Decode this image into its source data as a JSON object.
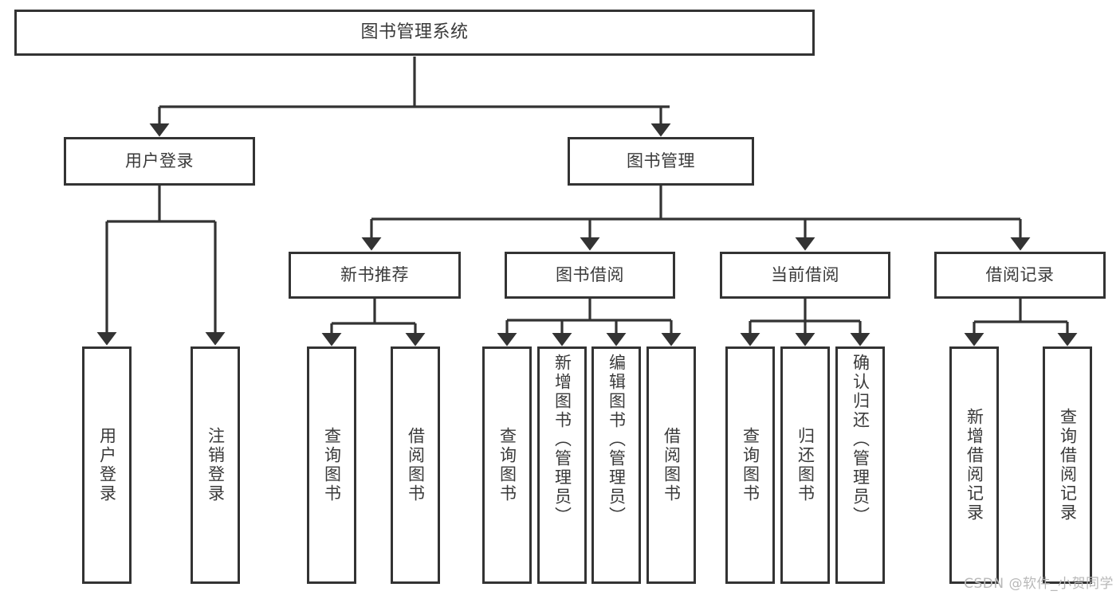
{
  "diagram": {
    "title": "图书管理系统",
    "type": "hierarchy-tree",
    "colors": {
      "line": "#333333",
      "box_border": "#333333",
      "box_fill": "#ffffff",
      "text": "#3a3a3a",
      "background": "#ffffff",
      "watermark": "#b8b8b8"
    },
    "root": {
      "label": "图书管理系统"
    },
    "level2": [
      {
        "label": "用户登录"
      },
      {
        "label": "图书管理"
      }
    ],
    "level3": [
      {
        "label": "新书推荐"
      },
      {
        "label": "图书借阅"
      },
      {
        "label": "当前借阅"
      },
      {
        "label": "借阅记录"
      }
    ],
    "leaves": {
      "user_login": [
        {
          "label": "用户登录"
        },
        {
          "label": "注销登录"
        }
      ],
      "new_book_recommend": [
        {
          "label": "查询图书"
        },
        {
          "label": "借阅图书"
        }
      ],
      "book_borrow": [
        {
          "label": "查询图书"
        },
        {
          "label": "新增图书（管理员）"
        },
        {
          "label": "编辑图书（管理员）"
        },
        {
          "label": "借阅图书"
        }
      ],
      "current_borrow": [
        {
          "label": "查询图书"
        },
        {
          "label": "归还图书"
        },
        {
          "label": "确认归还（管理员）"
        }
      ],
      "borrow_record": [
        {
          "label": "新增借阅记录"
        },
        {
          "label": "查询借阅记录"
        }
      ]
    }
  },
  "watermark": {
    "text": "CSDN @软件_小贺同学"
  }
}
